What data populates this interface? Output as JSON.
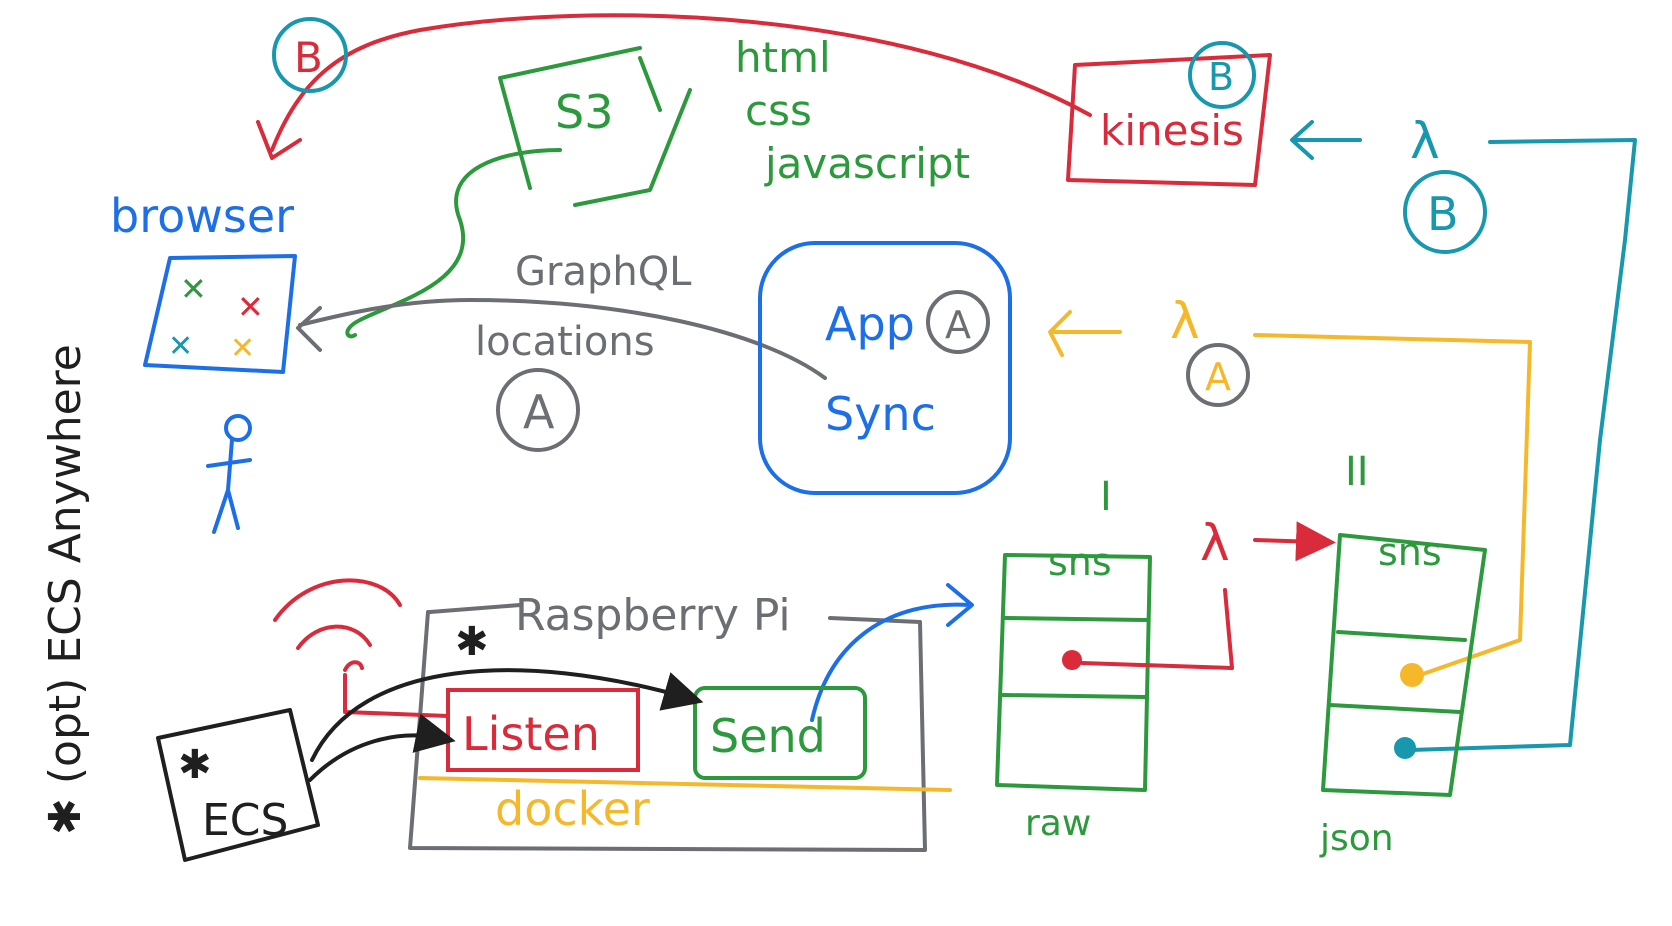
{
  "colors": {
    "blue": "#1d6fe8",
    "green": "#2c9a3c",
    "red": "#d92b3a",
    "grey": "#6b6e72",
    "orange": "#f5b82a",
    "teal": "#1798ae",
    "black": "#1f1f1f"
  },
  "labels": {
    "browser": "browser",
    "s3": "S3",
    "html": "html",
    "css": "css",
    "javascript": "javascript",
    "kinesis": "kinesis",
    "graphql": "GraphQL",
    "locations": "locations",
    "app": "App",
    "sync": "Sync",
    "raspberry_pi": "Raspberry Pi",
    "listen": "Listen",
    "send": "Send",
    "docker": "docker",
    "ecs": "ECS",
    "sidebar": "✱ (opt) ECS Anywhere",
    "sns1": "sns",
    "sns2": "sns",
    "stage1": "I",
    "stage2": "II",
    "raw": "raw",
    "json": "json",
    "lambda_a": "λ",
    "lambda_b": "λ",
    "lambda_mid": "λ",
    "badge_a": "A",
    "badge_b": "B",
    "asterisk": "✱"
  }
}
